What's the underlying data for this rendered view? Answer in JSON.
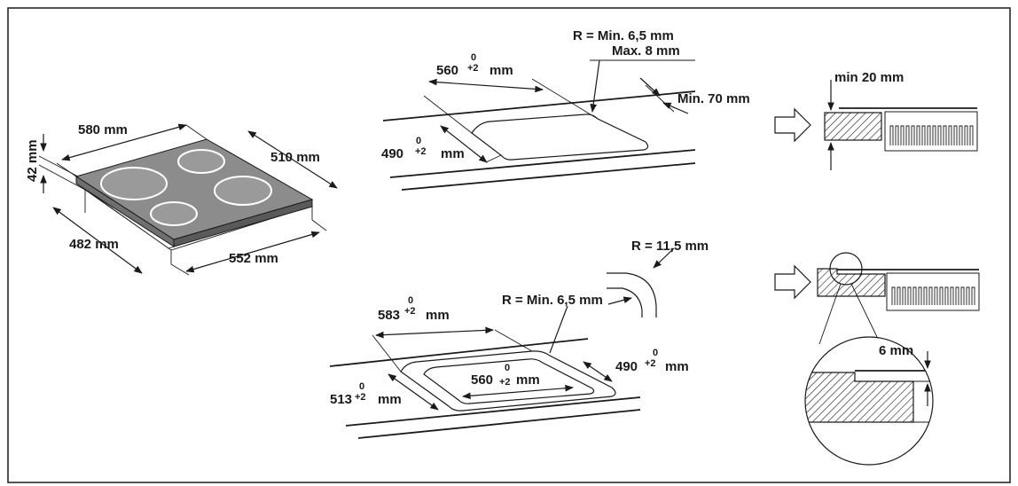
{
  "colors": {
    "border": "#1a1a1a",
    "hob_top": "#8c8c8c",
    "hob_side": "#6f6f6f",
    "zone": "#9a9a9a",
    "ink": "#1a1a1a"
  },
  "hob": {
    "width_label": "580 mm",
    "depth_label": "510 mm",
    "height_label": "42 mm",
    "base_width_label": "552 mm",
    "base_depth_label": "482 mm"
  },
  "cutout_standard": {
    "radius_label": "R = Min. 6,5 mm",
    "radius_max_label": "Max. 8 mm",
    "width_value": "560",
    "depth_value": "490",
    "tol_top": "0",
    "tol_bottom": "+2",
    "unit": "mm",
    "edge_distance_label": "Min. 70 mm"
  },
  "cutout_flush": {
    "outer_radius_label": "R = 11,5 mm",
    "inner_radius_label": "R = Min. 6,5 mm",
    "outer_width_value": "583",
    "outer_depth_value": "513",
    "inner_width_value": "560",
    "inner_depth_value": "490",
    "tol_top": "0",
    "tol_bottom": "+2",
    "unit": "mm"
  },
  "section_standard": {
    "thickness_label": "min 20 mm"
  },
  "section_flush": {
    "rebate_label": "6 mm"
  }
}
